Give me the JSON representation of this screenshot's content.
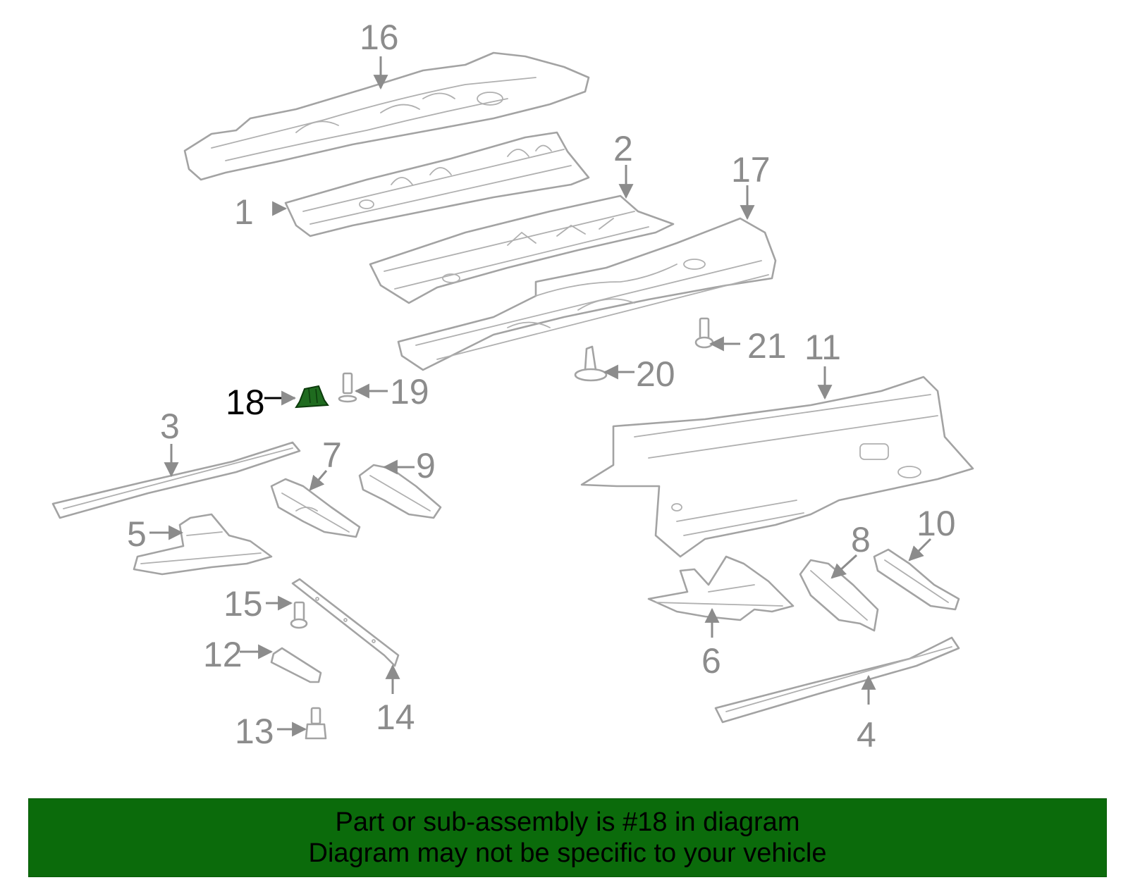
{
  "callouts": [
    {
      "id": "1",
      "label": "1"
    },
    {
      "id": "2",
      "label": "2"
    },
    {
      "id": "3",
      "label": "3"
    },
    {
      "id": "4",
      "label": "4"
    },
    {
      "id": "5",
      "label": "5"
    },
    {
      "id": "6",
      "label": "6"
    },
    {
      "id": "7",
      "label": "7"
    },
    {
      "id": "8",
      "label": "8"
    },
    {
      "id": "9",
      "label": "9"
    },
    {
      "id": "10",
      "label": "10"
    },
    {
      "id": "11",
      "label": "11"
    },
    {
      "id": "12",
      "label": "12"
    },
    {
      "id": "13",
      "label": "13"
    },
    {
      "id": "14",
      "label": "14"
    },
    {
      "id": "15",
      "label": "15"
    },
    {
      "id": "16",
      "label": "16"
    },
    {
      "id": "17",
      "label": "17"
    },
    {
      "id": "18",
      "label": "18"
    },
    {
      "id": "19",
      "label": "19"
    },
    {
      "id": "20",
      "label": "20"
    },
    {
      "id": "21",
      "label": "21"
    }
  ],
  "highlight": {
    "callout": "18",
    "color": "#1f6b1f"
  },
  "banner": {
    "line1": "Part or sub-assembly is #18 in diagram",
    "line2": "Diagram may not be specific to your vehicle",
    "background": "#0b6b0b"
  },
  "colors": {
    "part_line": "#a3a3a3",
    "label": "#8c8c8c"
  }
}
